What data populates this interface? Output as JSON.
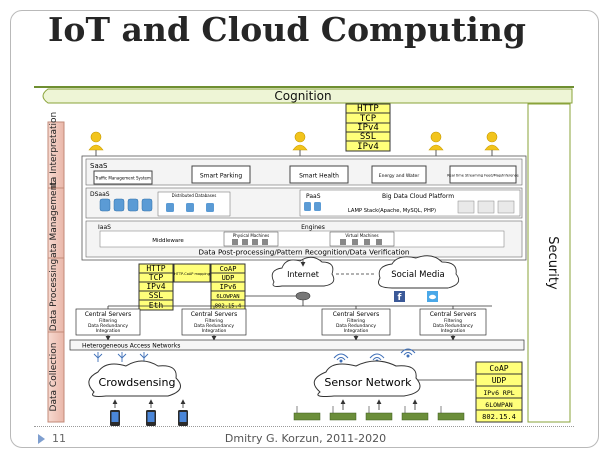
{
  "slide": {
    "title": "IoT and Cloud Computing",
    "page_number": "11",
    "author": "Dmitry G.  Korzun, 2011-2020"
  },
  "diagram": {
    "cognition": "Cognition",
    "security": "Security",
    "layers": [
      "Data Interpretation",
      "Data Management",
      "Data Processing",
      "Data Collection"
    ],
    "top_protocols": [
      "HTTP",
      "TCP",
      "IPv4",
      "SSL",
      "IPv4"
    ],
    "saas": {
      "label": "SaaS",
      "apps": [
        "Traffic Management System",
        "Smart Parking",
        "Smart Health",
        "Energy and Water",
        "Real time Streaming Feed/Map/Inference"
      ]
    },
    "dsaas": {
      "label": "DSaaS",
      "distributed_db": "Distributed Databases",
      "paas": "PaaS",
      "platform": "Big Data Cloud Platform",
      "lamp": "LAMP Stack(Apache, MySQL, PHP)"
    },
    "iaas": {
      "label": "IaaS",
      "engines": "Engines",
      "middleware": "Middleware",
      "physical": "Physical Machines",
      "virtual": "Virtual Machines",
      "post": "Data Post-processing/Pattern Recognition/Data Verification"
    },
    "gateway_left": [
      "HTTP",
      "TCP",
      "IPv4",
      "SSL",
      "Eth"
    ],
    "gateway_mapping": "HTTP-CoAP mapping",
    "gateway_right": [
      "CoAP",
      "UDP",
      "IPv6",
      "6LOWPAN",
      "802.15.4"
    ],
    "internet": "Internet",
    "social_media": "Social Media",
    "central_servers": {
      "title": "Central Servers",
      "l1": "Filtering",
      "l2": "Data Redundancy",
      "l3": "Integration"
    },
    "access_networks": "Heterogeneous Access Networks",
    "crowdsensing": "Crowdsensing",
    "sensor_network": "Sensor Network",
    "bottom_protocols": [
      "CoAP",
      "UDP",
      "IPv6 RPL",
      "6LOWPAN",
      "802.15.4"
    ]
  }
}
